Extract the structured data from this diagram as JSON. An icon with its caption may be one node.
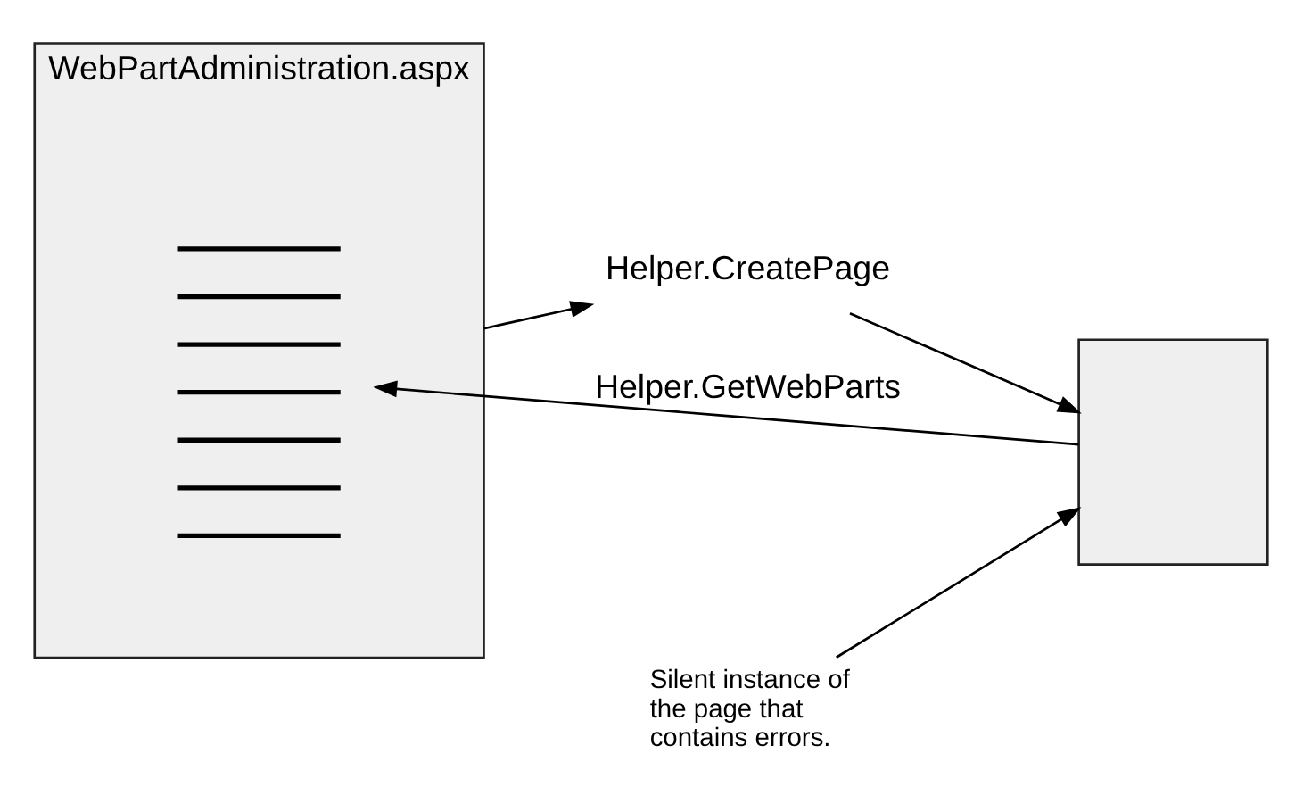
{
  "diagram": {
    "nodes": [
      {
        "text": [
          "WebPartAdministration.aspx"
        ]
      },
      {
        "text": [
          "Helper.CreatePage"
        ]
      },
      {
        "text": [],
        "shape": "box"
      },
      {
        "text": [],
        "shape": "picture",
        "in": 0
      },
      {
        "text": [
          "Silent instance of the page that contains errors."
        ]
      }
    ],
    "edges": [
      {
        "from": 0,
        "to": 1,
        "arrow": "to"
      },
      {
        "from": 1,
        "to": 2,
        "arrow": "to"
      },
      {
        "from": 2,
        "to": 3,
        "arrow": "to",
        "label": "Helper.GetWebParts"
      },
      {
        "from": 4,
        "to": 2,
        "arrow": "to"
      }
    ]
  }
}
